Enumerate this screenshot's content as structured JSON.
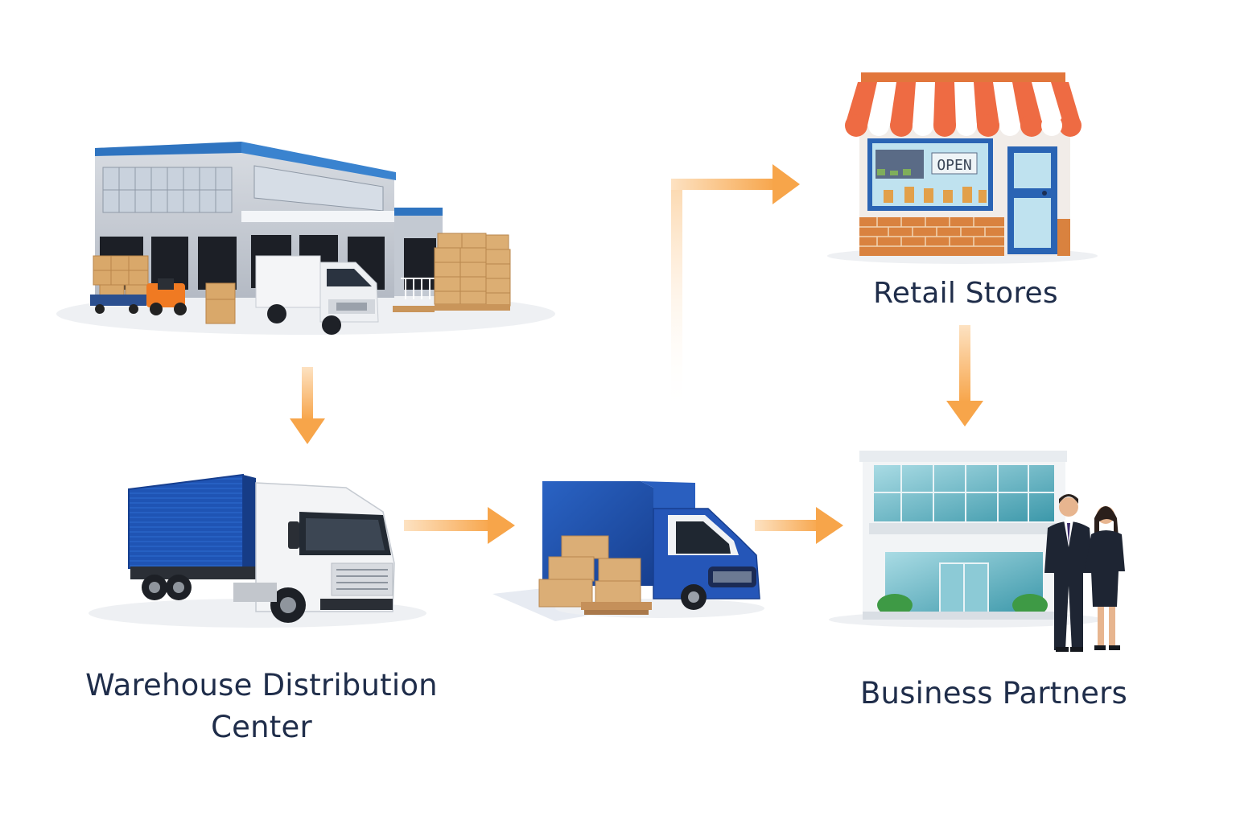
{
  "nodes": {
    "warehouse": {
      "label_line1": "Warehouse Distribution",
      "label_line2": "Center"
    },
    "retail": {
      "label": "Retail Stores",
      "window_sign": "OPEN"
    },
    "partners": {
      "label": "Business Partners"
    }
  },
  "colors": {
    "arrow": "#f7a54a",
    "truck_blue": "#1f54b4",
    "label_text": "#1f2d4a",
    "awning_red": "#ee6b43",
    "brick": "#d9823f"
  }
}
